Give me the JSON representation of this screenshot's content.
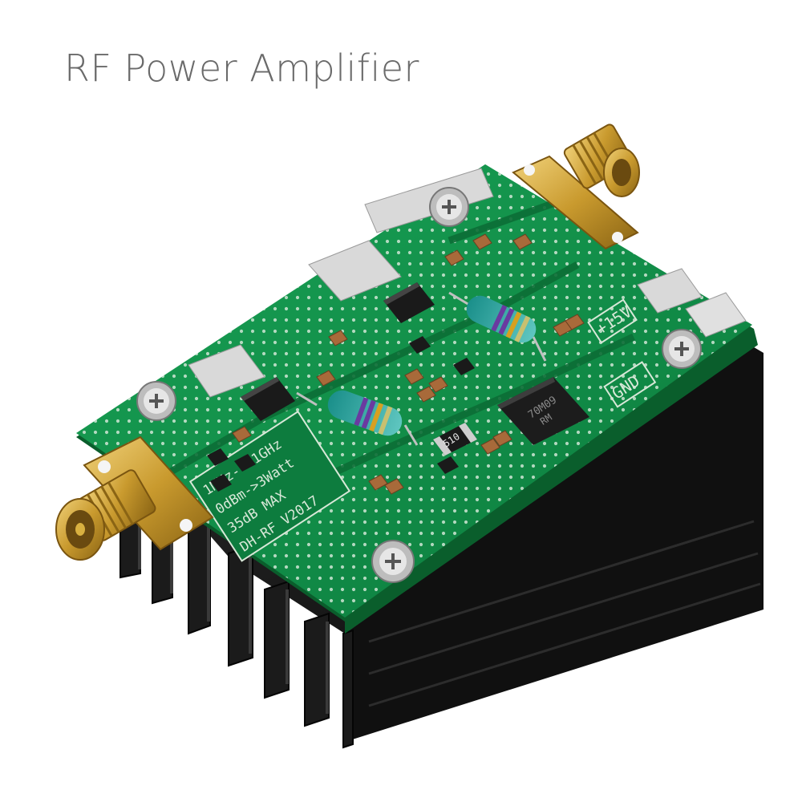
{
  "header": {
    "title": "RF Power Amplifier"
  },
  "board": {
    "spec_lines": [
      "1MHz---1GHz",
      "0dBm->3Watt",
      "35dB MAX",
      "DH-RF V2017"
    ],
    "supply_label": "+15V",
    "ground_label": "GND",
    "resistor_code": "510",
    "ic_marking_top": "70M09",
    "ic_marking_bottom": "RM"
  },
  "colors": {
    "pcb": "#0f8a45",
    "heatsink": "#161616",
    "connector": "#c99a2e"
  }
}
